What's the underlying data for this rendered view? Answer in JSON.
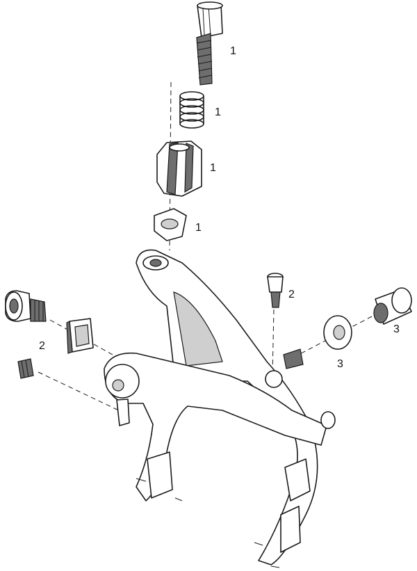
{
  "callouts": {
    "barrel_adjuster": "1",
    "spring": "1",
    "adjuster_nut": "1",
    "cable_guide": "1",
    "pad_screw": "2",
    "brake_pad": "2",
    "washer": "3",
    "recessed_nut": "3"
  },
  "colors": {
    "line": "#1a1a1a",
    "fill": "#ffffff",
    "shade": "#cfcfcf"
  }
}
